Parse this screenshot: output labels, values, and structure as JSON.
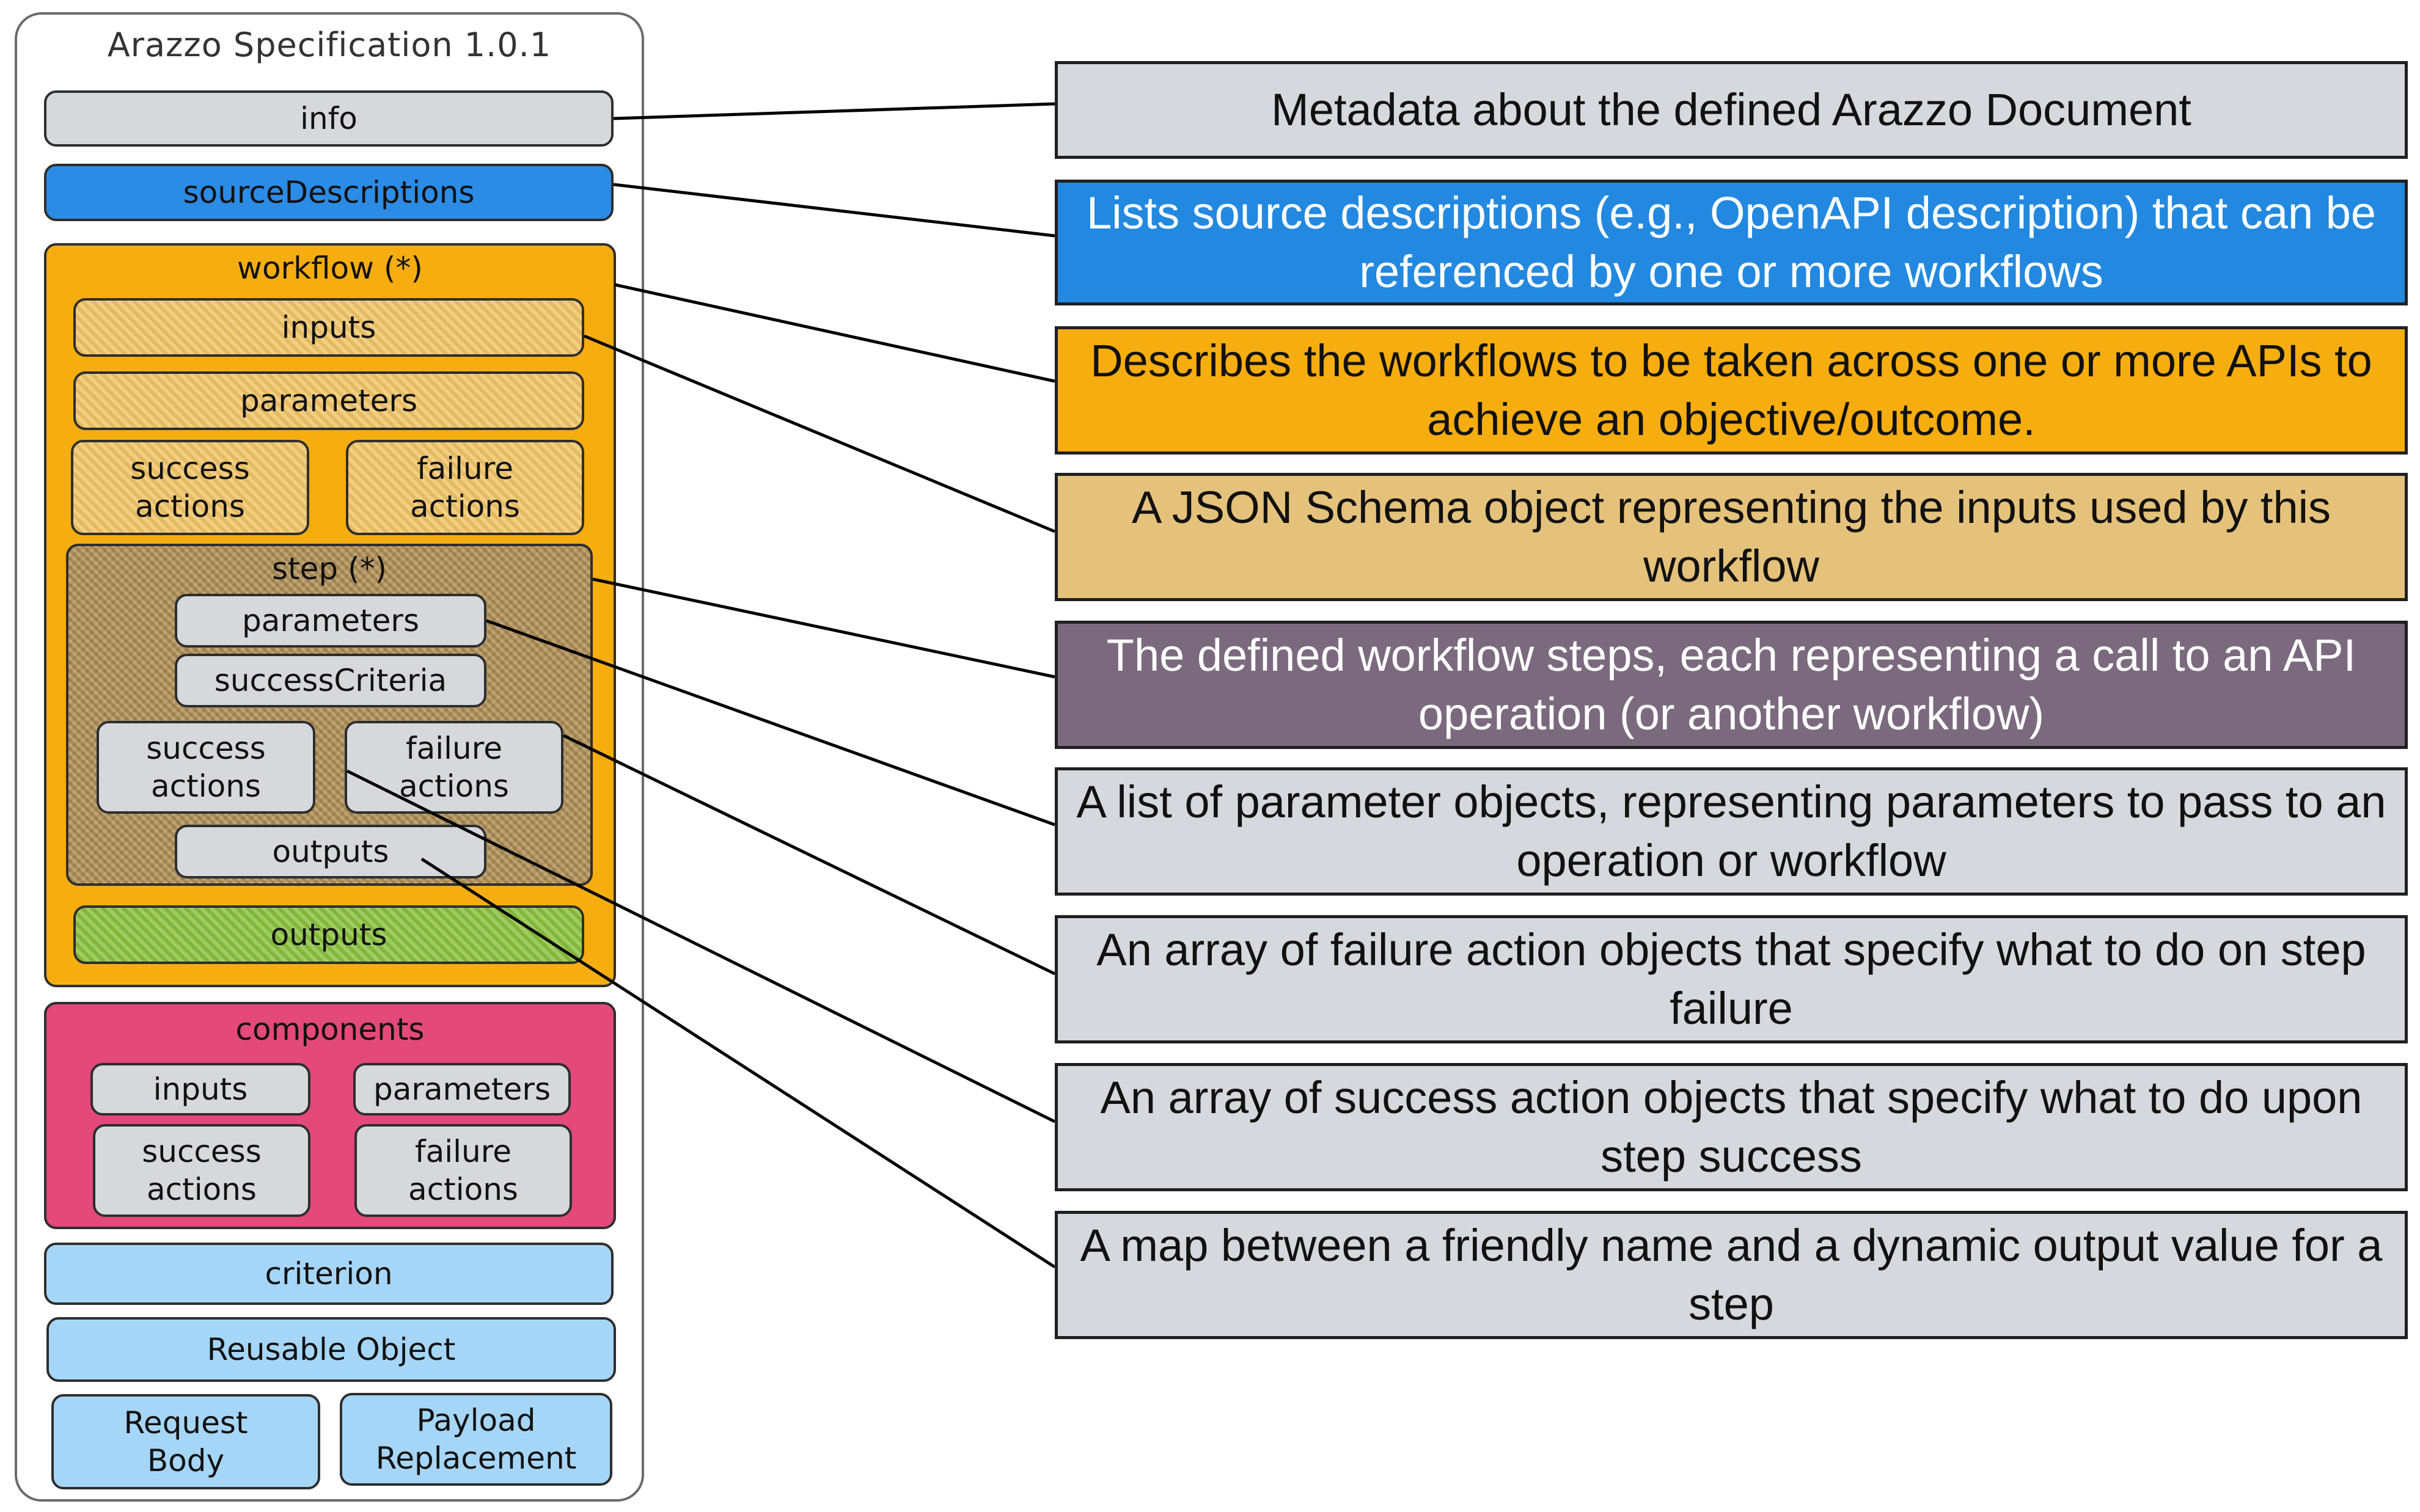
{
  "spec": {
    "title": "Arazzo Specification 1.0.1",
    "info": "info",
    "source_descriptions": "sourceDescriptions",
    "workflow": {
      "label": "workflow (*)",
      "inputs": "inputs",
      "parameters": "parameters",
      "success_actions": "success\nactions",
      "failure_actions": "failure\nactions",
      "step": {
        "label": "step (*)",
        "parameters": "parameters",
        "success_criteria": "successCriteria",
        "success_actions": "success\nactions",
        "failure_actions": "failure\nactions",
        "outputs": "outputs"
      },
      "outputs": "outputs"
    },
    "components": {
      "label": "components",
      "inputs": "inputs",
      "parameters": "parameters",
      "success_actions": "success\nactions",
      "failure_actions": "failure\nactions"
    },
    "criterion": "criterion",
    "reusable_object": "Reusable Object",
    "request_body": "Request\nBody",
    "payload_replacement": "Payload\nReplacement"
  },
  "descriptions": [
    "Metadata about the defined Arazzo Document",
    "Lists source descriptions (e.g., OpenAPI description) that can be referenced by one or more workflows",
    "Describes the workflows to be taken across one or more APIs to achieve an objective/outcome.",
    "A JSON Schema object representing the inputs used by this workflow",
    "The defined workflow steps, each representing a call to an API operation (or another workflow)",
    "A list of parameter objects, representing parameters to pass to an operation or workflow",
    "An array of failure action objects that specify what to do on step failure",
    "An array of success action objects that specify what to do upon step success",
    "A map between a friendly name and a dynamic output value for a step"
  ],
  "colors": {
    "gray": "#d5d8dc",
    "blue": "#2389e0",
    "orange": "#f6ad0f",
    "tan": "#e5c27b",
    "purple": "#7b6a7e",
    "green": "#8ac13f",
    "pink": "#e3497a",
    "light_blue": "#a6d6f7"
  }
}
